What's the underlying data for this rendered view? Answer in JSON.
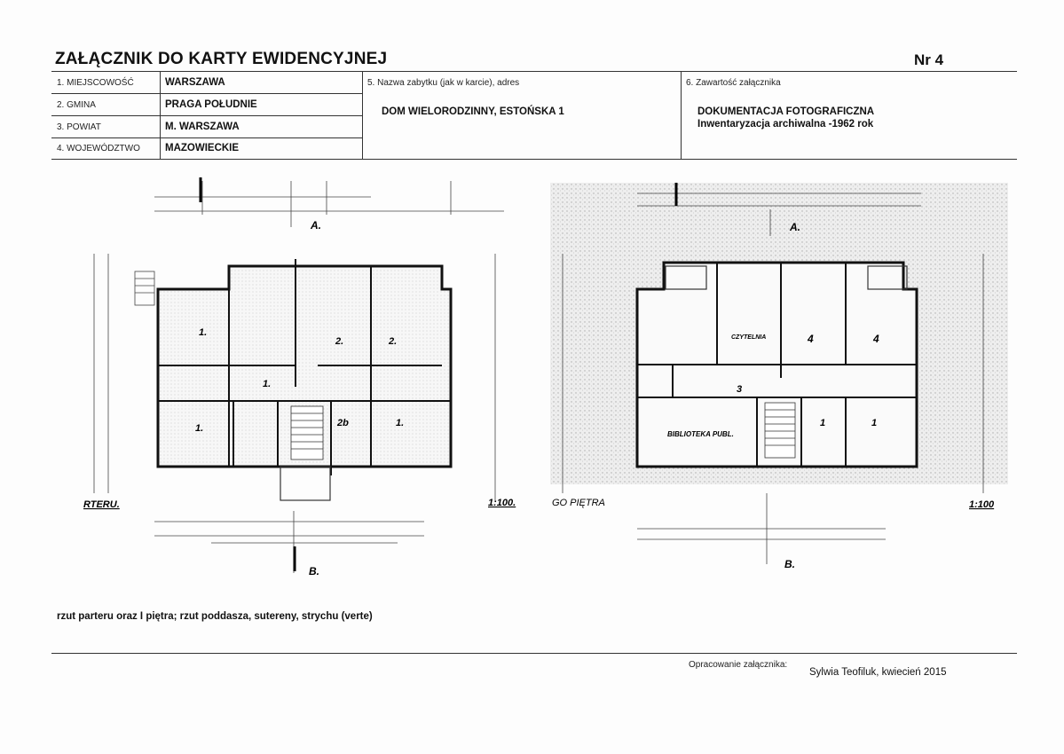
{
  "header": {
    "title": "ZAŁĄCZNIK DO KARTY EWIDENCYJNEJ",
    "number": "Nr 4"
  },
  "fields": [
    {
      "label": "1. MIEJSCOWOŚĆ",
      "value": "WARSZAWA"
    },
    {
      "label": "2. GMINA",
      "value": "PRAGA POŁUDNIE"
    },
    {
      "label": "3. POWIAT",
      "value": "M. WARSZAWA"
    },
    {
      "label": "4. WOJEWÓDZTWO",
      "value": "MAZOWIECKIE"
    }
  ],
  "monument": {
    "label": "5. Nazwa zabytku (jak w karcie), adres",
    "value": "DOM WIELORODZINNY, ESTOŃSKA 1"
  },
  "contents": {
    "label": "6. Zawartość załącznika",
    "line1": "DOKUMENTACJA FOTOGRAFICZNA",
    "line2": "Inwentaryzacja archiwalna -1962 rok"
  },
  "plans": {
    "left": {
      "section_top": "A.",
      "section_bottom": "B.",
      "name": "RTERU.",
      "scale": "1:100.",
      "room_labels": [
        "1.",
        "2.",
        "2.",
        "1.",
        "1.",
        "2b",
        "1."
      ]
    },
    "right": {
      "section_top": "A.",
      "section_bottom": "B.",
      "name": "GO PIĘTRA",
      "scale": "1:100",
      "room_labels": [
        "CZYTELNIA",
        "4",
        "4",
        "3",
        "BIBLIOTEKA PUBL.",
        "1",
        "1"
      ]
    }
  },
  "caption": "rzut parteru oraz I piętra; rzut poddasza, sutereny, strychu (verte)",
  "credit": {
    "label": "Opracowanie załącznika:",
    "value": "Sylwia Teofiluk, kwiecień 2015"
  }
}
